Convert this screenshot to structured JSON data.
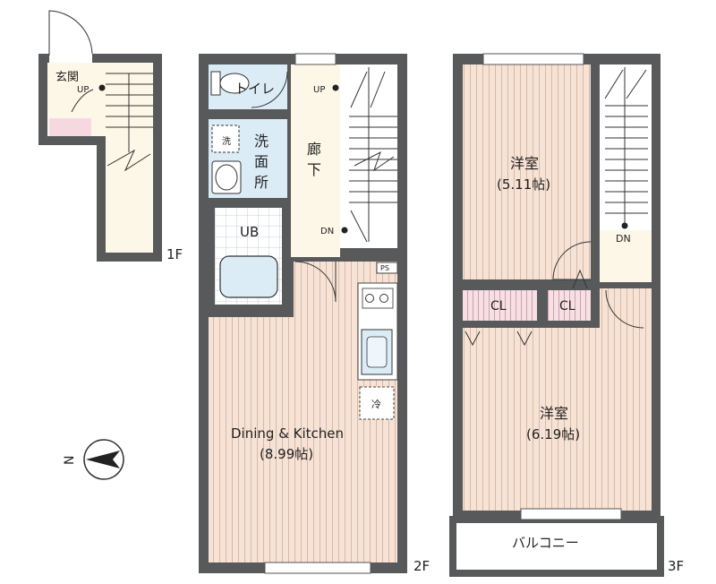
{
  "floors": {
    "f1": {
      "label": "1F",
      "entrance": "玄関",
      "stairs_up": "UP"
    },
    "f2": {
      "label": "2F",
      "toilet": "トイレ",
      "washroom": [
        "洗",
        "面",
        "所"
      ],
      "washer": "洗",
      "bath": "UB",
      "corridor": [
        "廊",
        "下"
      ],
      "stairs_up": "UP",
      "stairs_down": "DN",
      "pipe_space": "PS",
      "fridge": "冷",
      "dining_name": "Dining & Kitchen",
      "dining_size": "(8.99帖)"
    },
    "f3": {
      "label": "3F",
      "room1_name": "洋室",
      "room1_size": "(5.11帖)",
      "room2_name": "洋室",
      "room2_size": "(6.19帖)",
      "closet1": "CL",
      "closet2": "CL",
      "stairs_down": "DN",
      "balcony": "バルコニー"
    }
  },
  "compass": {
    "north": "N"
  },
  "colors": {
    "wall": "#58595b",
    "wood_floor": "#f6e3d6",
    "wood_stripe": "#d9b8a3",
    "wet_area": "#dcecf6",
    "stair_floor": "#fcf7e6",
    "closet": "#f7dfe4",
    "entrance_tile": "#f6d9e0",
    "line": "#333333"
  }
}
